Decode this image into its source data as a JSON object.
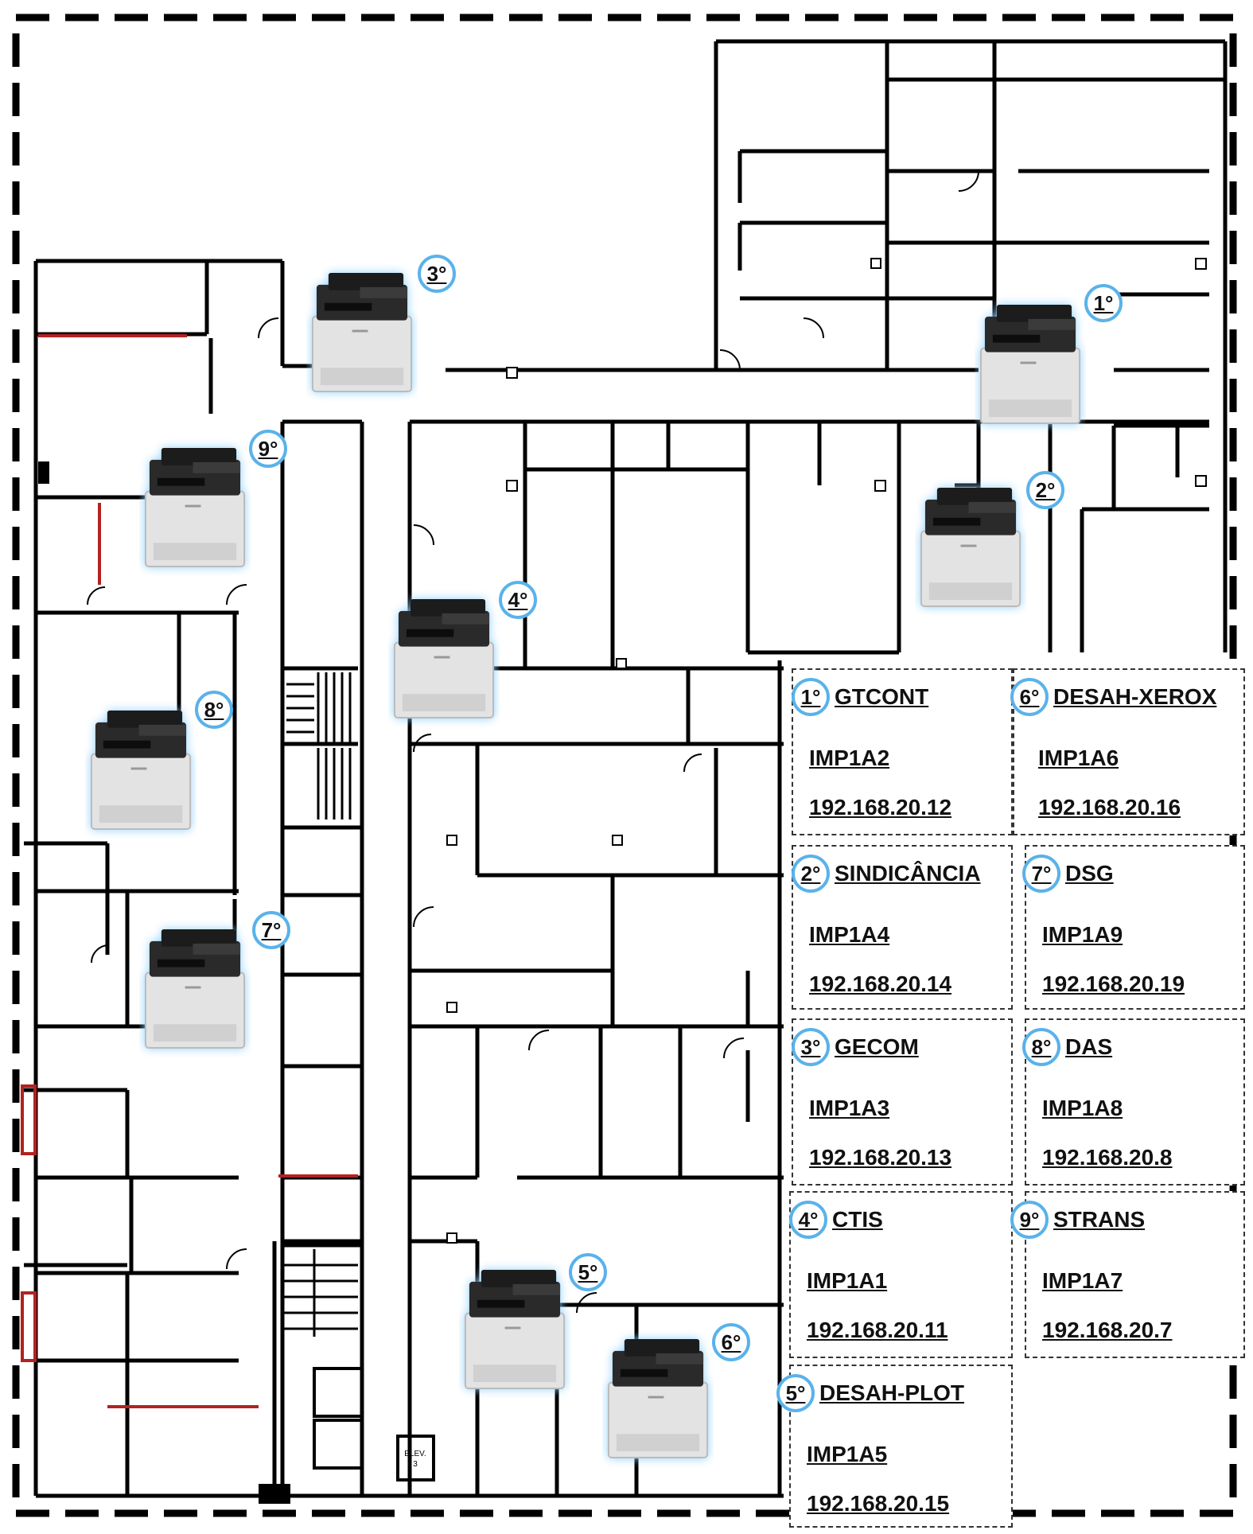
{
  "colors": {
    "wall": "#000000",
    "door_red": "#b22222",
    "badge_ring": "#5ab2ea",
    "printer_glow": "#8fd0ff"
  },
  "printers": [
    {
      "id": "1",
      "badge": "1°"
    },
    {
      "id": "2",
      "badge": "2°"
    },
    {
      "id": "3",
      "badge": "3°"
    },
    {
      "id": "4",
      "badge": "4°"
    },
    {
      "id": "5",
      "badge": "5°"
    },
    {
      "id": "6",
      "badge": "6°"
    },
    {
      "id": "7",
      "badge": "7°"
    },
    {
      "id": "8",
      "badge": "8°"
    },
    {
      "id": "9",
      "badge": "9°"
    }
  ],
  "legend": [
    {
      "badge": "1°",
      "name": "GTCONT",
      "queue": "IMP1A2",
      "ip": "192.168.20.12"
    },
    {
      "badge": "6°",
      "name": "DESAH-XEROX",
      "queue": "IMP1A6",
      "ip": "192.168.20.16"
    },
    {
      "badge": "2°",
      "name": "SINDICÂNCIA",
      "queue": "IMP1A4",
      "ip": "192.168.20.14"
    },
    {
      "badge": "7°",
      "name": "DSG",
      "queue": "IMP1A9",
      "ip": "192.168.20.19"
    },
    {
      "badge": "3°",
      "name": "GECOM",
      "queue": "IMP1A3",
      "ip": "192.168.20.13"
    },
    {
      "badge": "8°",
      "name": "DAS",
      "queue": "IMP1A8",
      "ip": "192.168.20.8"
    },
    {
      "badge": "4°",
      "name": "CTIS",
      "queue": "IMP1A1",
      "ip": "192.168.20.11"
    },
    {
      "badge": "9°",
      "name": "STRANS",
      "queue": "IMP1A7",
      "ip": "192.168.20.7"
    },
    {
      "badge": "5°",
      "name": "DESAH-PLOT",
      "queue": "IMP1A5",
      "ip": "192.168.20.15"
    }
  ],
  "elevator_label": "ELEV.",
  "elevator_number": "3"
}
